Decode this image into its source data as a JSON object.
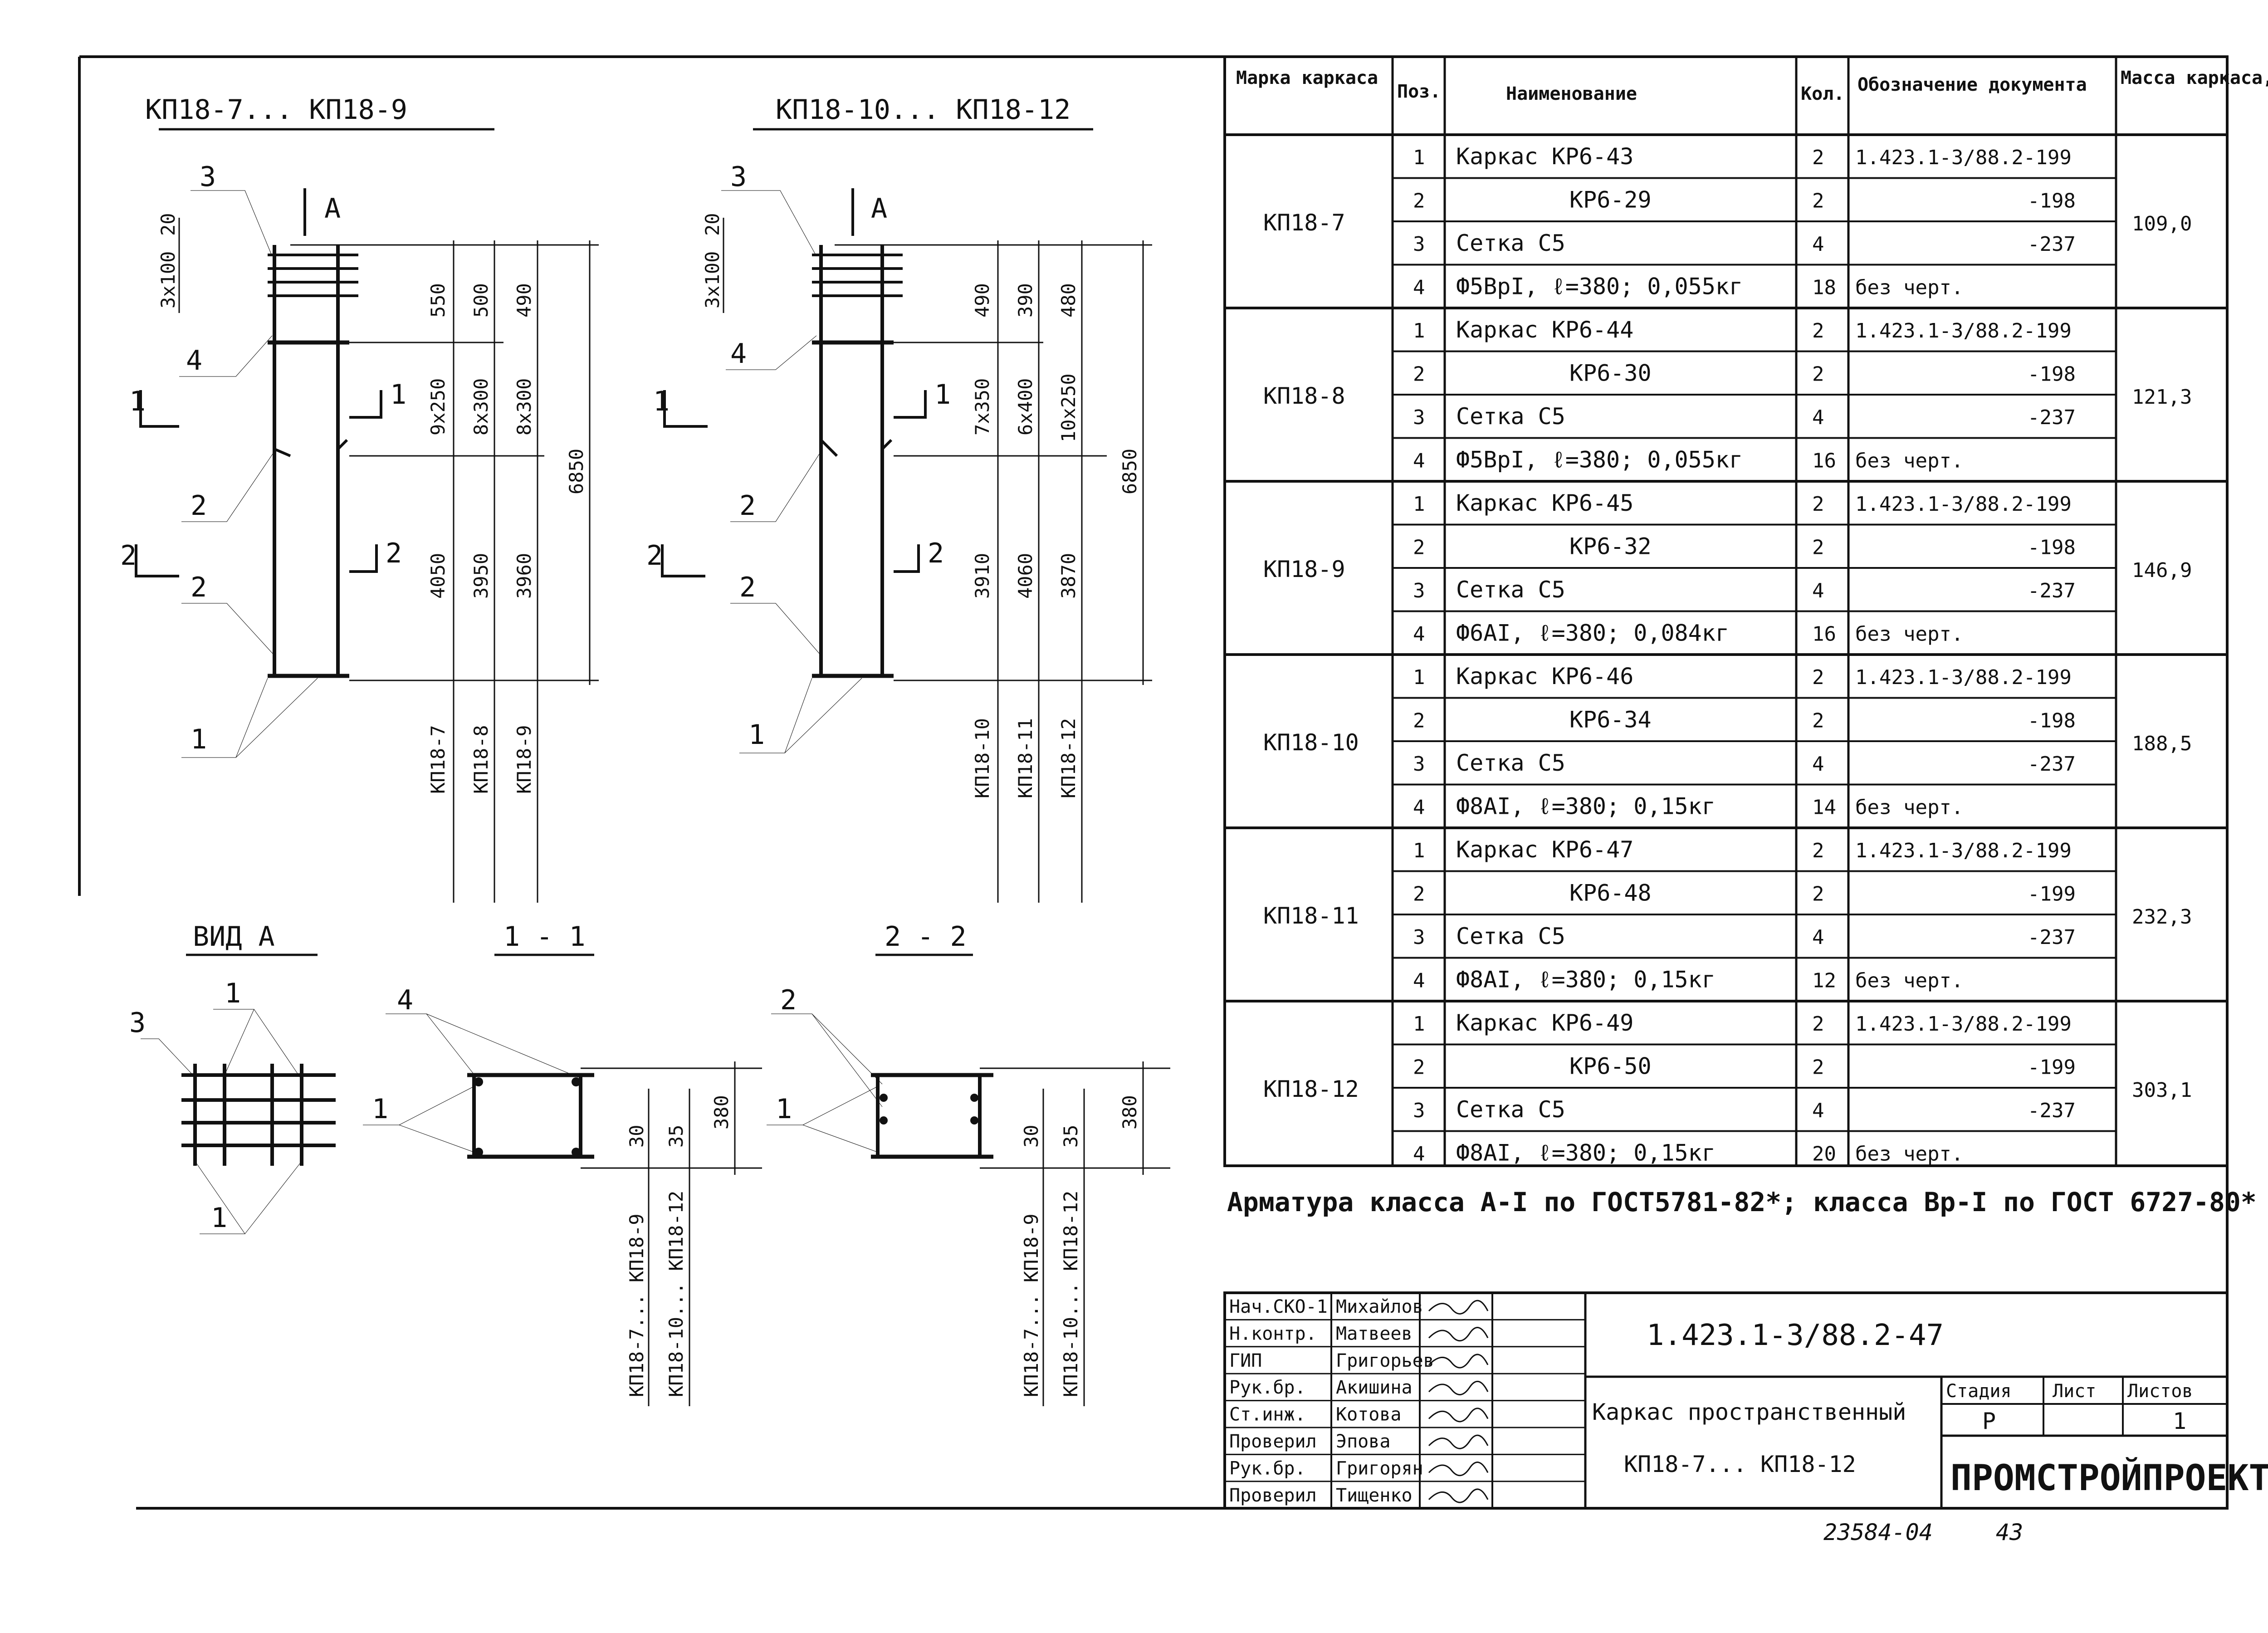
{
  "drawings": {
    "elev1": {
      "title": "КП18-7... КП18-9",
      "view_label": "А",
      "callouts": [
        "3",
        "4",
        "2",
        "2",
        "1"
      ],
      "sections": [
        "1",
        "1",
        "2",
        "2"
      ],
      "left_dims": [
        "20",
        "3х100"
      ],
      "dims": [
        [
          "550",
          "9х250",
          "4050"
        ],
        [
          "500",
          "8х300",
          "3950"
        ],
        [
          "490",
          "8х300",
          "3960"
        ]
      ],
      "total": "6850",
      "marks": [
        "КП18-7",
        "КП18-8",
        "КП18-9"
      ]
    },
    "elev2": {
      "title": "КП18-10... КП18-12",
      "view_label": "А",
      "callouts": [
        "3",
        "4",
        "2",
        "2",
        "1"
      ],
      "sections": [
        "1",
        "1",
        "2",
        "2"
      ],
      "left_dims": [
        "20",
        "3х100"
      ],
      "dims": [
        [
          "490",
          "7х350",
          "3910"
        ],
        [
          "390",
          "6х400",
          "4060"
        ],
        [
          "480",
          "10х250",
          "3870"
        ]
      ],
      "total": "6850",
      "marks": [
        "КП18-10",
        "КП18-11",
        "КП18-12"
      ]
    },
    "view_a": {
      "title": "ВИД А",
      "callouts": [
        "3",
        "1",
        "1"
      ]
    },
    "sec11": {
      "title": "1 - 1",
      "callouts": [
        "4",
        "1"
      ],
      "dims": [
        "30",
        "35",
        "380"
      ],
      "marks": [
        "КП18-7... КП18-9",
        "КП18-10... КП18-12"
      ]
    },
    "sec22": {
      "title": "2 - 2",
      "callouts": [
        "2",
        "1"
      ],
      "dims": [
        "30",
        "35",
        "380"
      ],
      "marks": [
        "КП18-7... КП18-9",
        "КП18-10... КП18-12"
      ]
    }
  },
  "spec": {
    "headers": [
      "Марка каркаса",
      "Поз.",
      "Наименование",
      "Кол.",
      "Обозначение документа",
      "Масса каркаса, кг"
    ],
    "groups": [
      {
        "mark": "КП18-7",
        "mass": "109,0",
        "rows": [
          {
            "pos": "1",
            "name": "Каркас КР6-43",
            "qty": "2",
            "doc": "1.423.1-3/88.2-199"
          },
          {
            "pos": "2",
            "name": "КР6-29",
            "qty": "2",
            "doc": "-198"
          },
          {
            "pos": "3",
            "name": "Сетка С5",
            "qty": "4",
            "doc": "-237"
          },
          {
            "pos": "4",
            "name": "Ф5ВрI, ℓ=380; 0,055кг",
            "qty": "18",
            "doc": "без черт."
          }
        ]
      },
      {
        "mark": "КП18-8",
        "mass": "121,3",
        "rows": [
          {
            "pos": "1",
            "name": "Каркас КР6-44",
            "qty": "2",
            "doc": "1.423.1-3/88.2-199"
          },
          {
            "pos": "2",
            "name": "КР6-30",
            "qty": "2",
            "doc": "-198"
          },
          {
            "pos": "3",
            "name": "Сетка С5",
            "qty": "4",
            "doc": "-237"
          },
          {
            "pos": "4",
            "name": "Ф5ВрI, ℓ=380; 0,055кг",
            "qty": "16",
            "doc": "без черт."
          }
        ]
      },
      {
        "mark": "КП18-9",
        "mass": "146,9",
        "rows": [
          {
            "pos": "1",
            "name": "Каркас КР6-45",
            "qty": "2",
            "doc": "1.423.1-3/88.2-199"
          },
          {
            "pos": "2",
            "name": "КР6-32",
            "qty": "2",
            "doc": "-198"
          },
          {
            "pos": "3",
            "name": "Сетка С5",
            "qty": "4",
            "doc": "-237"
          },
          {
            "pos": "4",
            "name": "Ф6АI, ℓ=380; 0,084кг",
            "qty": "16",
            "doc": "без черт."
          }
        ]
      },
      {
        "mark": "КП18-10",
        "mass": "188,5",
        "rows": [
          {
            "pos": "1",
            "name": "Каркас КР6-46",
            "qty": "2",
            "doc": "1.423.1-3/88.2-199"
          },
          {
            "pos": "2",
            "name": "КР6-34",
            "qty": "2",
            "doc": "-198"
          },
          {
            "pos": "3",
            "name": "Сетка С5",
            "qty": "4",
            "doc": "-237"
          },
          {
            "pos": "4",
            "name": "Ф8АI, ℓ=380; 0,15кг",
            "qty": "14",
            "doc": "без черт."
          }
        ]
      },
      {
        "mark": "КП18-11",
        "mass": "232,3",
        "rows": [
          {
            "pos": "1",
            "name": "Каркас КР6-47",
            "qty": "2",
            "doc": "1.423.1-3/88.2-199"
          },
          {
            "pos": "2",
            "name": "КР6-48",
            "qty": "2",
            "doc": "-199"
          },
          {
            "pos": "3",
            "name": "Сетка С5",
            "qty": "4",
            "doc": "-237"
          },
          {
            "pos": "4",
            "name": "Ф8АI, ℓ=380; 0,15кг",
            "qty": "12",
            "doc": "без черт."
          }
        ]
      },
      {
        "mark": "КП18-12",
        "mass": "303,1",
        "rows": [
          {
            "pos": "1",
            "name": "Каркас КР6-49",
            "qty": "2",
            "doc": "1.423.1-3/88.2-199"
          },
          {
            "pos": "2",
            "name": "КР6-50",
            "qty": "2",
            "doc": "-199"
          },
          {
            "pos": "3",
            "name": "Сетка С5",
            "qty": "4",
            "doc": "-237"
          },
          {
            "pos": "4",
            "name": "Ф8АI, ℓ=380; 0,15кг",
            "qty": "20",
            "doc": "без черт."
          }
        ]
      }
    ]
  },
  "note": "Арматура класса А-I по ГОСТ5781-82*; класса Вр-I по ГОСТ 6727-80*",
  "title_block": {
    "people": [
      {
        "role": "Нач.СКО-1",
        "name": "Михайлов"
      },
      {
        "role": "Н.контр.",
        "name": "Матвеев"
      },
      {
        "role": "ГИП",
        "name": "Григорьев"
      },
      {
        "role": "Рук.бр.",
        "name": "Акишина"
      },
      {
        "role": "Ст.инж.",
        "name": "Котова"
      },
      {
        "role": "Проверил",
        "name": "Эпова"
      },
      {
        "role": "Рук.бр.",
        "name": "Григорян"
      },
      {
        "role": "Проверил",
        "name": "Тищенко"
      }
    ],
    "code": "1.423.1-3/88.2-47",
    "name_line1": "Каркас пространственный",
    "name_line2": "КП18-7... КП18-12",
    "stage_label": "Стадия",
    "sheet_label": "Лист",
    "sheets_label": "Листов",
    "stage": "Р",
    "sheet": "",
    "sheets": "1",
    "org": "ПРОМСТРОЙПРОЕКТ"
  },
  "footer": {
    "archive": "23584-04",
    "page": "43"
  }
}
